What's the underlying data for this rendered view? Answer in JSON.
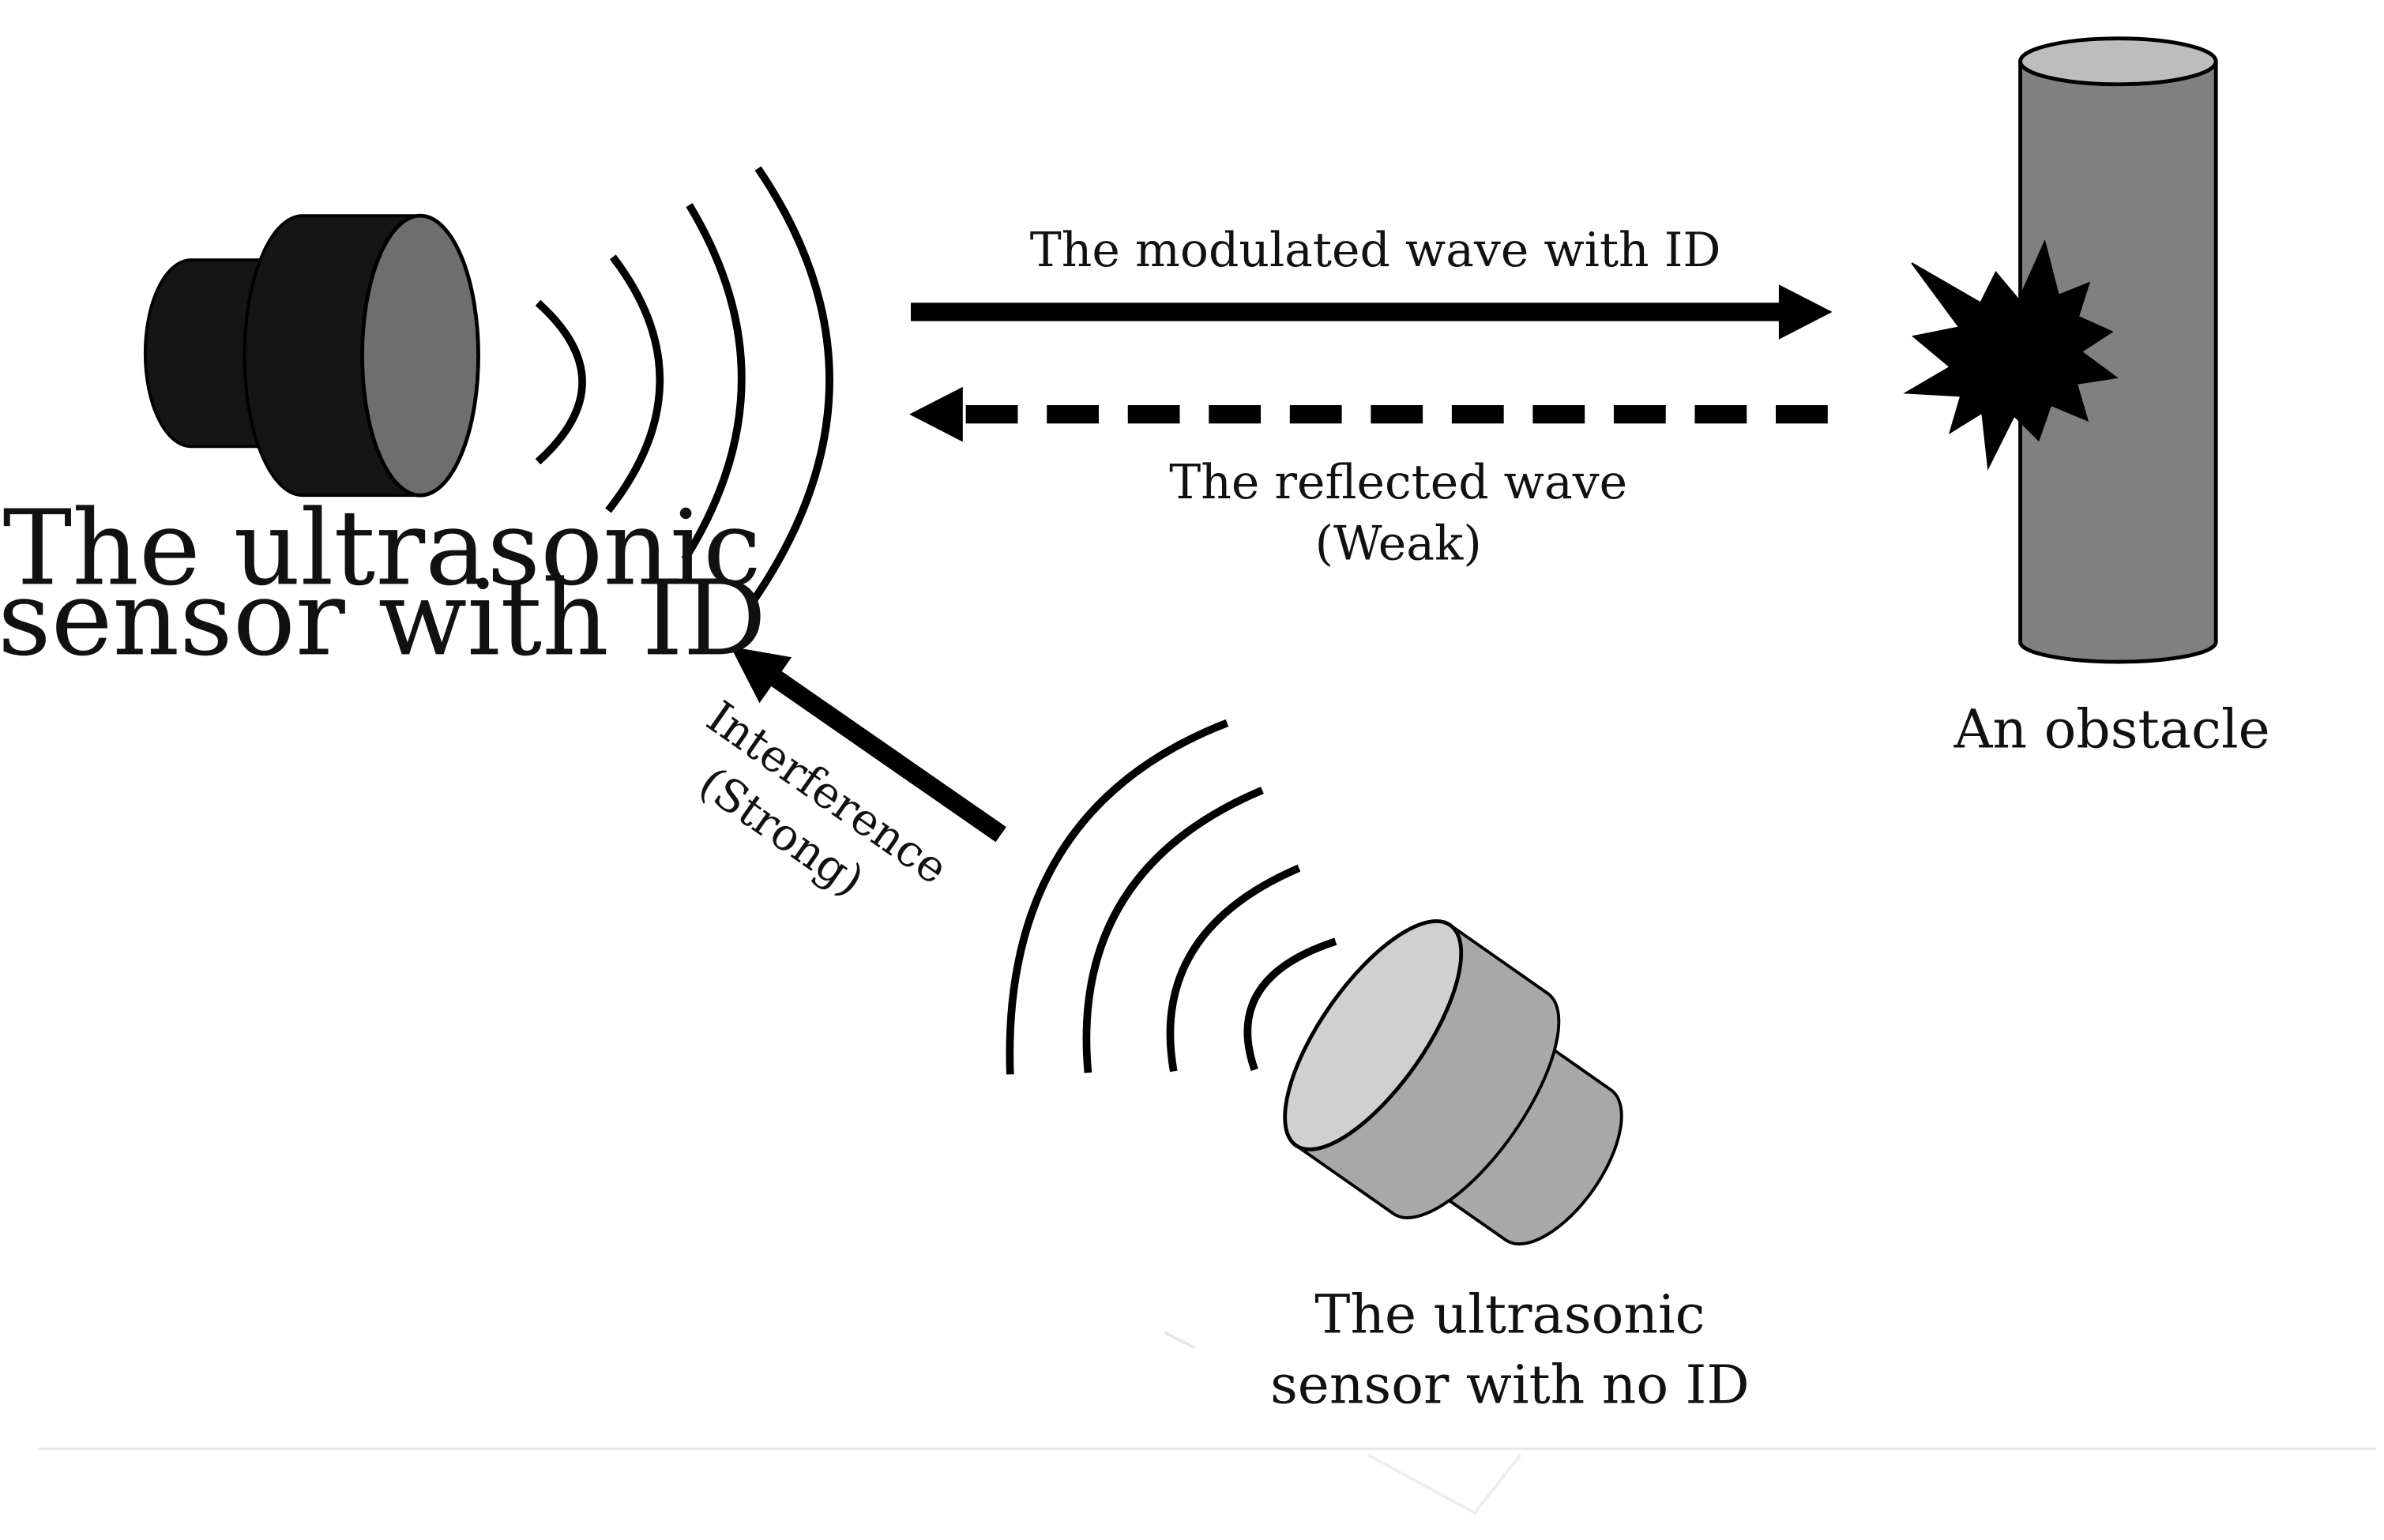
{
  "sensor_with_id": {
    "label_line1": "The ultrasonic",
    "label_line2": "sensor with ID"
  },
  "sensor_no_id": {
    "label_line1": "The ultrasonic",
    "label_line2": "sensor with no ID"
  },
  "obstacle": {
    "label": "An obstacle"
  },
  "modulated_wave": {
    "label": "The modulated wave with ID"
  },
  "reflected_wave": {
    "label_line1": "The reflected wave",
    "label_line2": "(Weak)"
  },
  "interference": {
    "label_line1": "Interference",
    "label_line2": "(Strong)"
  },
  "colors": {
    "sensor_id_dark": "#151515",
    "sensor_id_face": "#6e6e6e",
    "sensor_noid_body": "#a8a8a8",
    "sensor_noid_face": "#d0d0d0",
    "obstacle_body": "#808080",
    "obstacle_top": "#bdbdbd"
  }
}
